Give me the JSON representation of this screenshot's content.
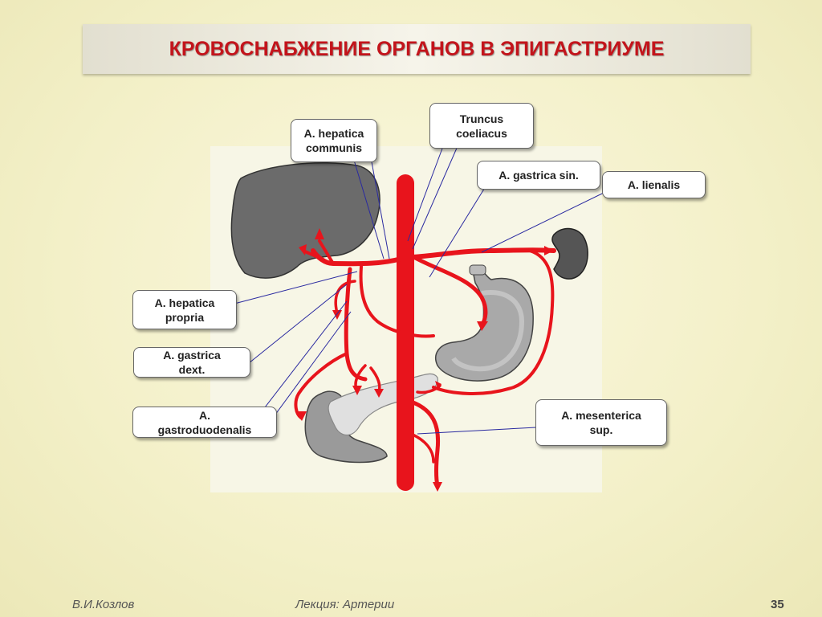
{
  "slide": {
    "title": "КРОВОСНАБЖЕНИЕ ОРГАНОВ В ЭПИГАСТРИУМЕ",
    "author": "В.И.Козлов",
    "lecture": "Лекция: Артерии",
    "page_number": "35"
  },
  "labels": {
    "hepatica_communis": "A. hepatica\ncommunis",
    "truncus_coeliacus": "Truncus\ncoeliacus",
    "gastrica_sin": "A. gastrica sin.",
    "lienalis": "A. lienalis",
    "hepatica_propria": "A. hepatica\npropria",
    "gastrica_dext": "A. gastrica\ndext.",
    "gastroduodenalis": "A.\ngastroduodenalis",
    "mesenterica_sup": "A. mesenterica\nsup."
  },
  "colors": {
    "title": "#c3141b",
    "artery": "#e8141c",
    "liver": "#6b6b6b",
    "stomach": "#a9a9a9",
    "pancreas": "#e0e0e0",
    "spleen": "#555555"
  }
}
